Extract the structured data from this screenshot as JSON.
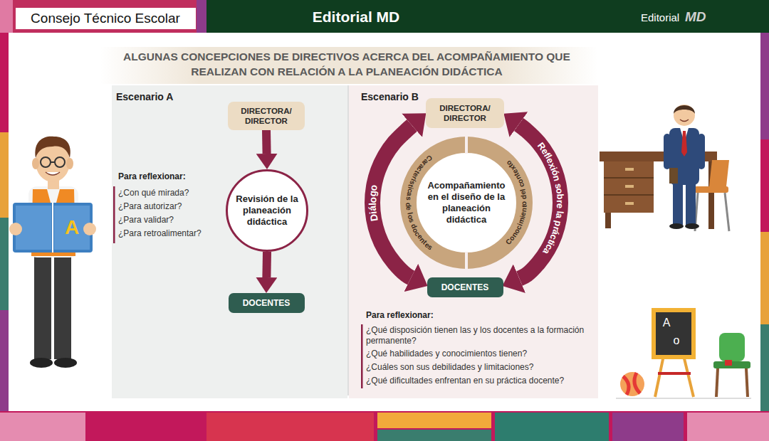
{
  "diagram": {
    "title": "ALGUNAS CONCEPCIONES DE DIRECTIVOS ACERCA DEL ACOMPAÑAMIENTO QUE REALIZAN CON RELACIÓN A LA PLANEACIÓN DIDÁCTICA",
    "nodes": [
      {
        "text": [
          "Consejo Técnico Escolar"
        ]
      },
      {
        "text": [
          "DIRECTORA/ DIRECTOR"
        ]
      },
      {
        "text": [
          "Revisión de la planeación didáctica"
        ]
      },
      {
        "text": [
          "DOCENTES"
        ]
      },
      {
        "text": [
          "DIRECTORA/ DIRECTOR"
        ]
      },
      {
        "text": [
          "Acompañamiento en el diseño de la planeación didáctica"
        ]
      },
      {
        "text": [
          "DOCENTES"
        ]
      }
    ],
    "edges": [
      {
        "from": 1,
        "to": 2,
        "arrow": "to"
      },
      {
        "from": 2,
        "to": 3,
        "arrow": "to"
      },
      {
        "from": 4,
        "to": 6,
        "label": "Diálogo",
        "arrow": "both"
      },
      {
        "from": 6,
        "to": 4,
        "label": "Reflexión sobre la práctica",
        "arrow": "both"
      }
    ],
    "labels": [
      "Editorial MD",
      "Editorial",
      "MD",
      "Escenario A",
      "Para reflexionar:",
      "¿Con qué mirada?",
      "¿Para autorizar?",
      "¿Para validar?",
      "¿Para retroalimentar?",
      "Escenario B",
      "Características de los docentes",
      "Conocimiento del contexto",
      "Para reflexionar:",
      "¿Qué disposición tienen las y los docentes a la formación permanente?",
      "¿Qué habilidades y conocimientos tienen?",
      "¿Cuáles son sus debilidades y limitaciones?",
      "¿Qué dificultades enfrentan en su práctica docente?",
      "A",
      "A",
      "o"
    ]
  }
}
